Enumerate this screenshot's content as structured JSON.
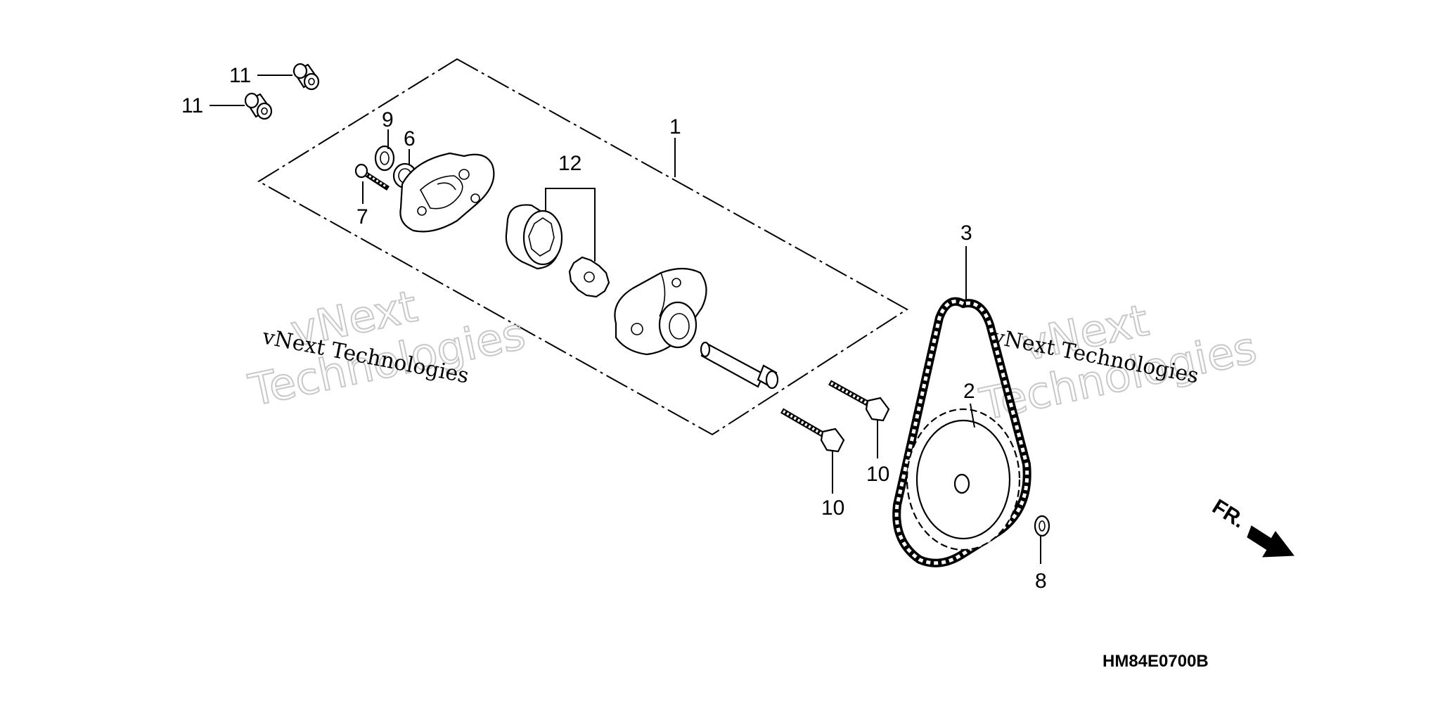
{
  "diagram": {
    "code": "HM84E0700B",
    "front_marker": "FR.",
    "callouts": [
      "11",
      "11",
      "9",
      "6",
      "7",
      "12",
      "1",
      "3",
      "2",
      "10",
      "10",
      "8"
    ],
    "watermarks": [
      {
        "big_line1": "vNext",
        "big_line2": "Technologies",
        "small": "vNext Technologies"
      },
      {
        "big_line1": "vNext",
        "big_line2": "Technologies",
        "small": "vNext Technologies"
      }
    ]
  }
}
